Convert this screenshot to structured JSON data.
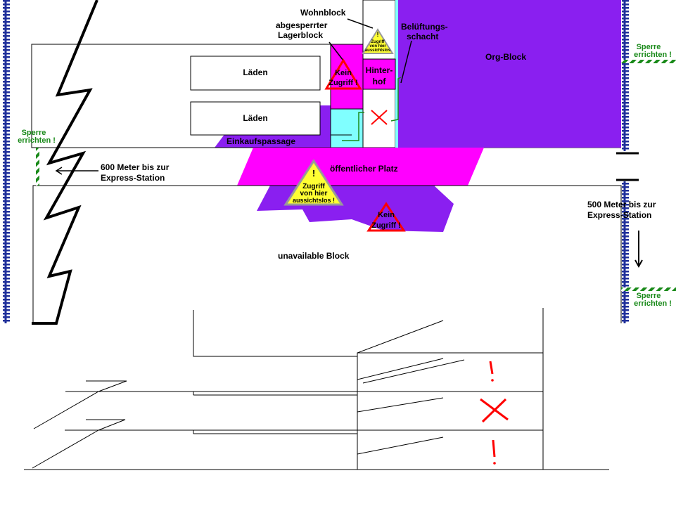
{
  "labels": {
    "wohnblock": "Wohnblock",
    "lagerblock": [
      "abgesperrter",
      "Lagerblock"
    ],
    "belueftung": [
      "Belüftungs-",
      "schacht"
    ],
    "org_block": "Org-Block",
    "laeden_1": "Läden",
    "laeden_2": "Läden",
    "hinterhof": [
      "Hinter-",
      "hof"
    ],
    "einkaufspassage": "Einkaufspassage",
    "oeffentlicher_platz": "öffentlicher Platz",
    "unavailable_block": "unavailable Block",
    "distance_left": [
      "600 Meter bis zur",
      "Express-Station"
    ],
    "distance_right": [
      "500 Meter bis zur",
      "Express-Station"
    ]
  },
  "barriers": {
    "top_right": [
      "Sperre",
      "errichten !"
    ],
    "left": [
      "Sperre",
      "errichten !"
    ],
    "bottom_right": [
      "Sperre",
      "errichten !"
    ]
  },
  "warnings": {
    "small_yellow": [
      "Zugriff",
      "von hier",
      "aussichtslos"
    ],
    "large_yellow": [
      "Zugriff",
      "von hier",
      "aussichtslos !"
    ],
    "red_left": [
      "Kein",
      "Zugriff !"
    ],
    "red_center": [
      "Kein",
      "Zugriff !"
    ]
  },
  "colors": {
    "magenta": "#ff00ff",
    "purple": "#8a1ff0",
    "cyan": "#80ffff",
    "barrier_green": "#1a8a1a",
    "warning_yellow": "#ffff33",
    "warning_red": "#ff0000",
    "rail_blue": "#1f2f9a"
  }
}
